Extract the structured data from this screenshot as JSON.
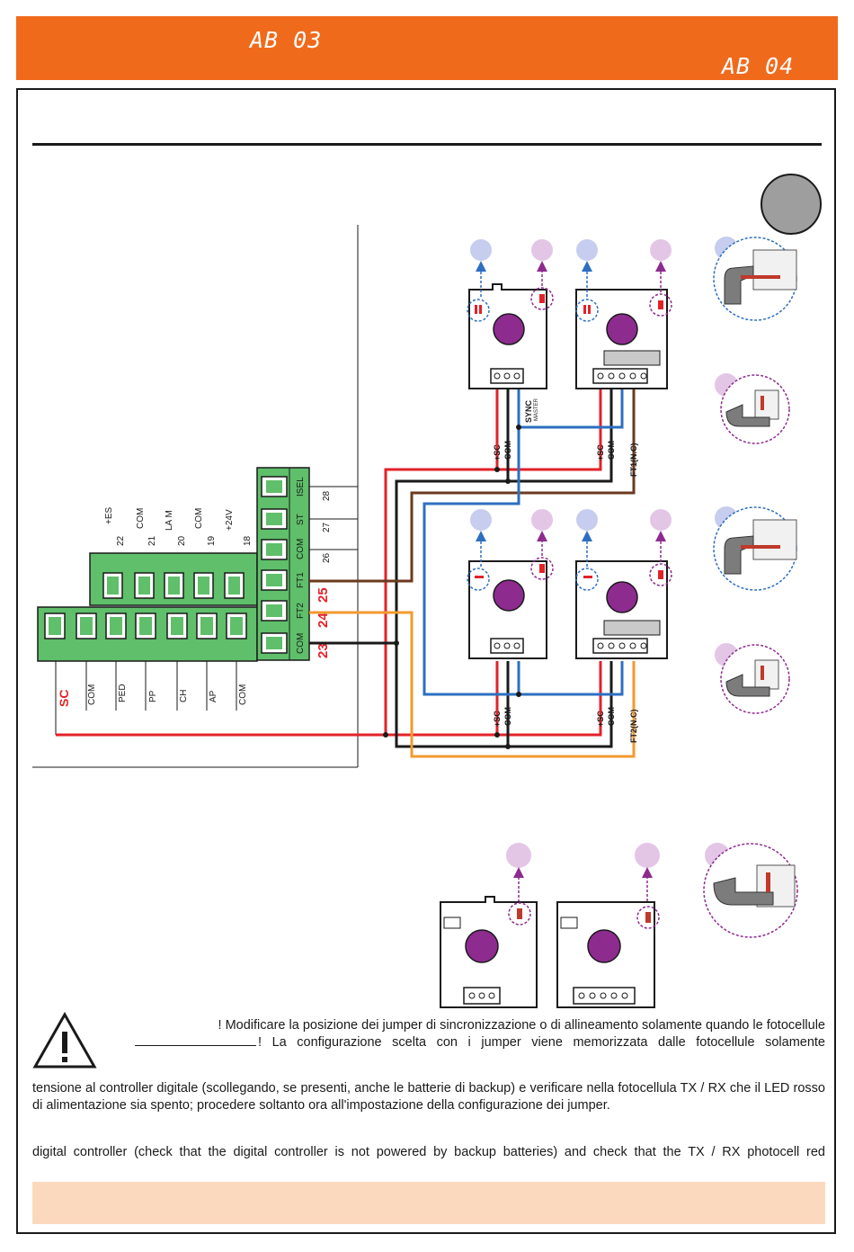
{
  "header": {
    "code_left": "AB 03",
    "code_right": "AB 04",
    "accent_color": "#f06a1c"
  },
  "terminals_upper": {
    "labels": [
      "+ES",
      "COM",
      "LA M",
      "COM",
      "+24V"
    ],
    "numbers": [
      "22",
      "21",
      "20",
      "19",
      "18"
    ]
  },
  "terminals_lower": {
    "labels": [
      "SC",
      "COM",
      "PED",
      "PP",
      "CH",
      "AP",
      "COM"
    ]
  },
  "terminals_right": {
    "labels": [
      "ISEL",
      "ST",
      "COM",
      "FT1",
      "FT2",
      "COM"
    ],
    "numbers": [
      "28",
      "27",
      "26",
      "25",
      "24",
      "23"
    ]
  },
  "wires": {
    "sc": "+SC",
    "com": "-COM",
    "sync": "SYNC",
    "master": "MASTER",
    "ft1": "FT1(N.C)",
    "ft2": "FT2(N.C)"
  },
  "colors": {
    "wire_red": "#e32228",
    "wire_black": "#1a1a1a",
    "wire_blue": "#2d6fc0",
    "wire_brown": "#6b3a1e",
    "wire_orange": "#f39a2e",
    "terminal_green": "#5fbf6a",
    "lens_purple": "#8e2b8f",
    "blue_dot": "#c7cdef",
    "violet_dot": "#e3c6e6"
  },
  "warning": {
    "line1": "! Modificare la posizione dei jumper di sincronizzazione o di allineamento solamente quando le fotocellule",
    "line2": "! La configurazione scelta con i jumper viene memorizzata dalle fotocellule solamente"
  },
  "paragraph_it": "tensione al controller digitale (scollegando, se presenti, anche le batterie di backup) e verificare nella fotocellula TX / RX che il LED rosso di alimentazione sia spento; procedere soltanto ora all'impostazione della configurazione dei jumper.",
  "paragraph_en": "digital controller (check that the digital controller is not powered by backup batteries) and check that the TX / RX photocell red"
}
